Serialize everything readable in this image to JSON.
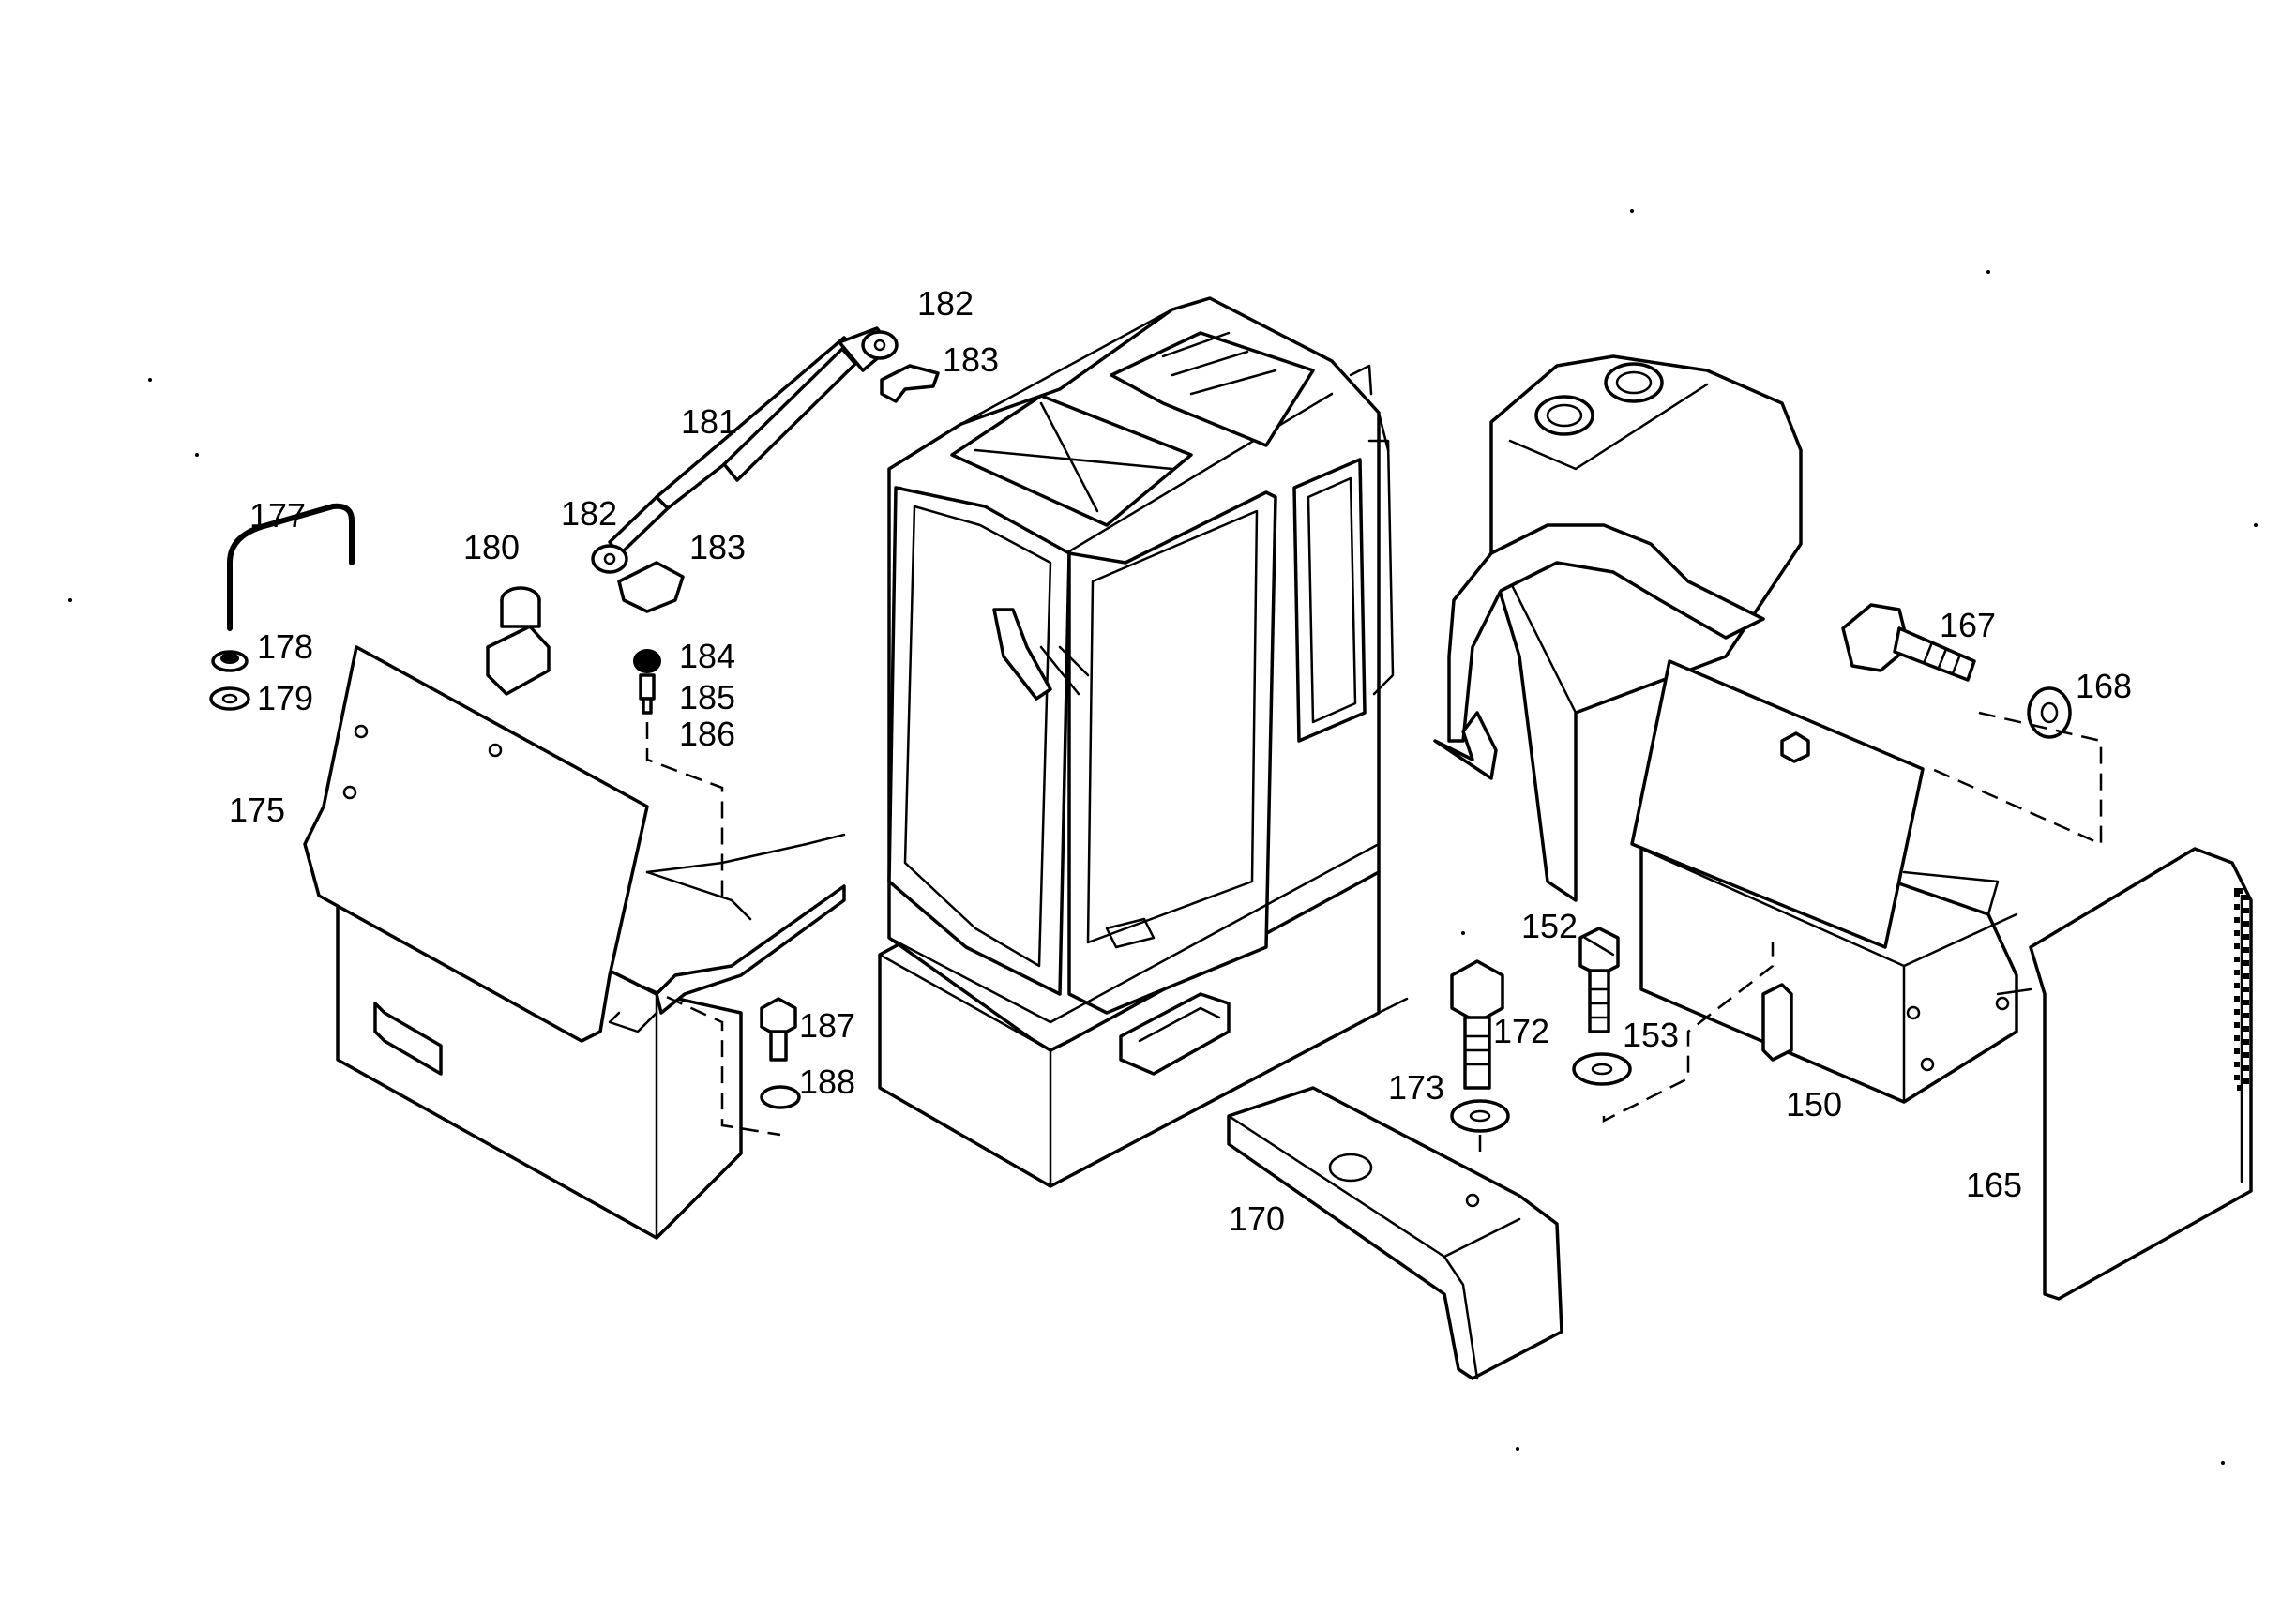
{
  "diagram": {
    "colors": {
      "ink": "#000000",
      "paper": "#ffffff"
    },
    "callouts": {
      "n182a": "182",
      "n183a": "183",
      "n181": "181",
      "n182b": "182",
      "n183b": "183",
      "n177": "177",
      "n180": "180",
      "n178": "178",
      "n179": "179",
      "n184": "184",
      "n185": "185",
      "n186": "186",
      "n175": "175",
      "n187": "187",
      "n188": "188",
      "n167": "167",
      "n168": "168",
      "n152": "152",
      "n153": "153",
      "n172": "172",
      "n173": "173",
      "n150": "150",
      "n165": "165",
      "n170": "170"
    }
  }
}
